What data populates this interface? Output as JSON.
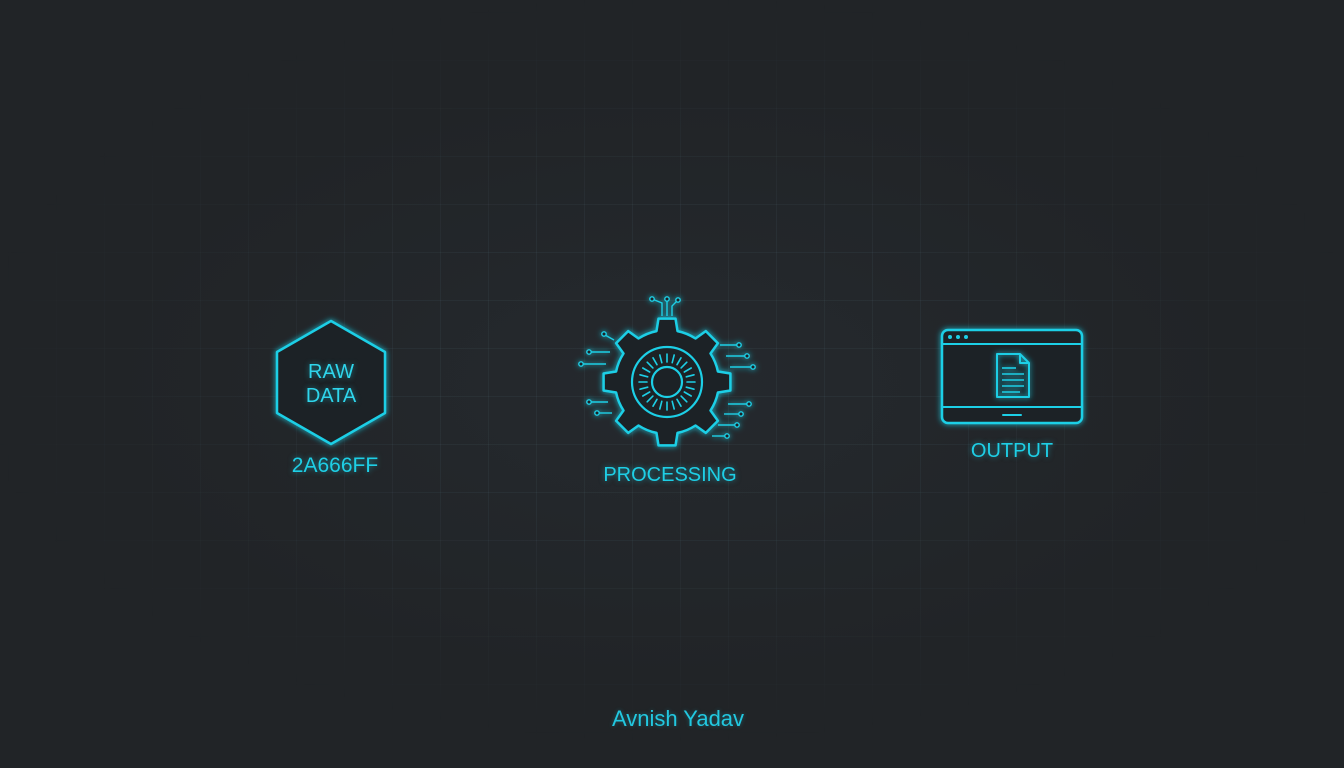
{
  "nodes": {
    "raw": {
      "line1": "RAW",
      "line2": "DATA",
      "code": "2A666FF"
    },
    "processing": {
      "label": "PROCESSING"
    },
    "output": {
      "label": "OUTPUT"
    }
  },
  "author": "Avnish Yadav",
  "colors": {
    "background": "#212427",
    "accent": "#1ecfe6",
    "connector": "#2ee6ff"
  },
  "icons": [
    "hexagon-icon",
    "gear-icon",
    "browser-window-icon",
    "document-icon"
  ]
}
